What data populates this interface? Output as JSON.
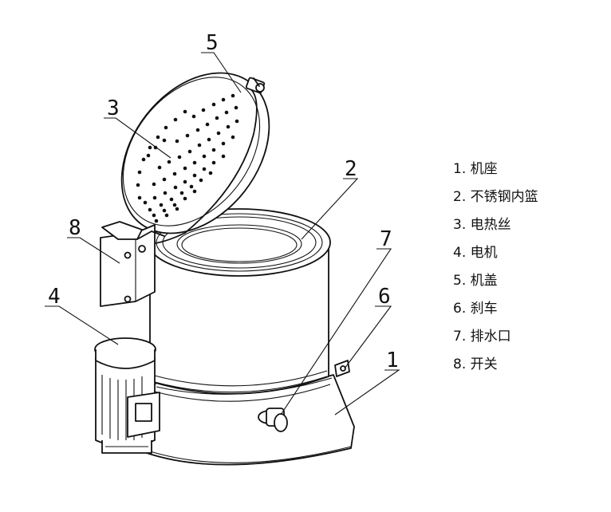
{
  "callouts": {
    "c1": "1",
    "c2": "2",
    "c3": "3",
    "c4": "4",
    "c5": "5",
    "c6": "6",
    "c7": "7",
    "c8": "8"
  },
  "legend": [
    "1. 机座",
    "2. 不锈钢内篮",
    "3. 电热丝",
    "4. 电机",
    "5. 机盖",
    "6. 刹车",
    "7. 排水口",
    "8. 开关"
  ]
}
